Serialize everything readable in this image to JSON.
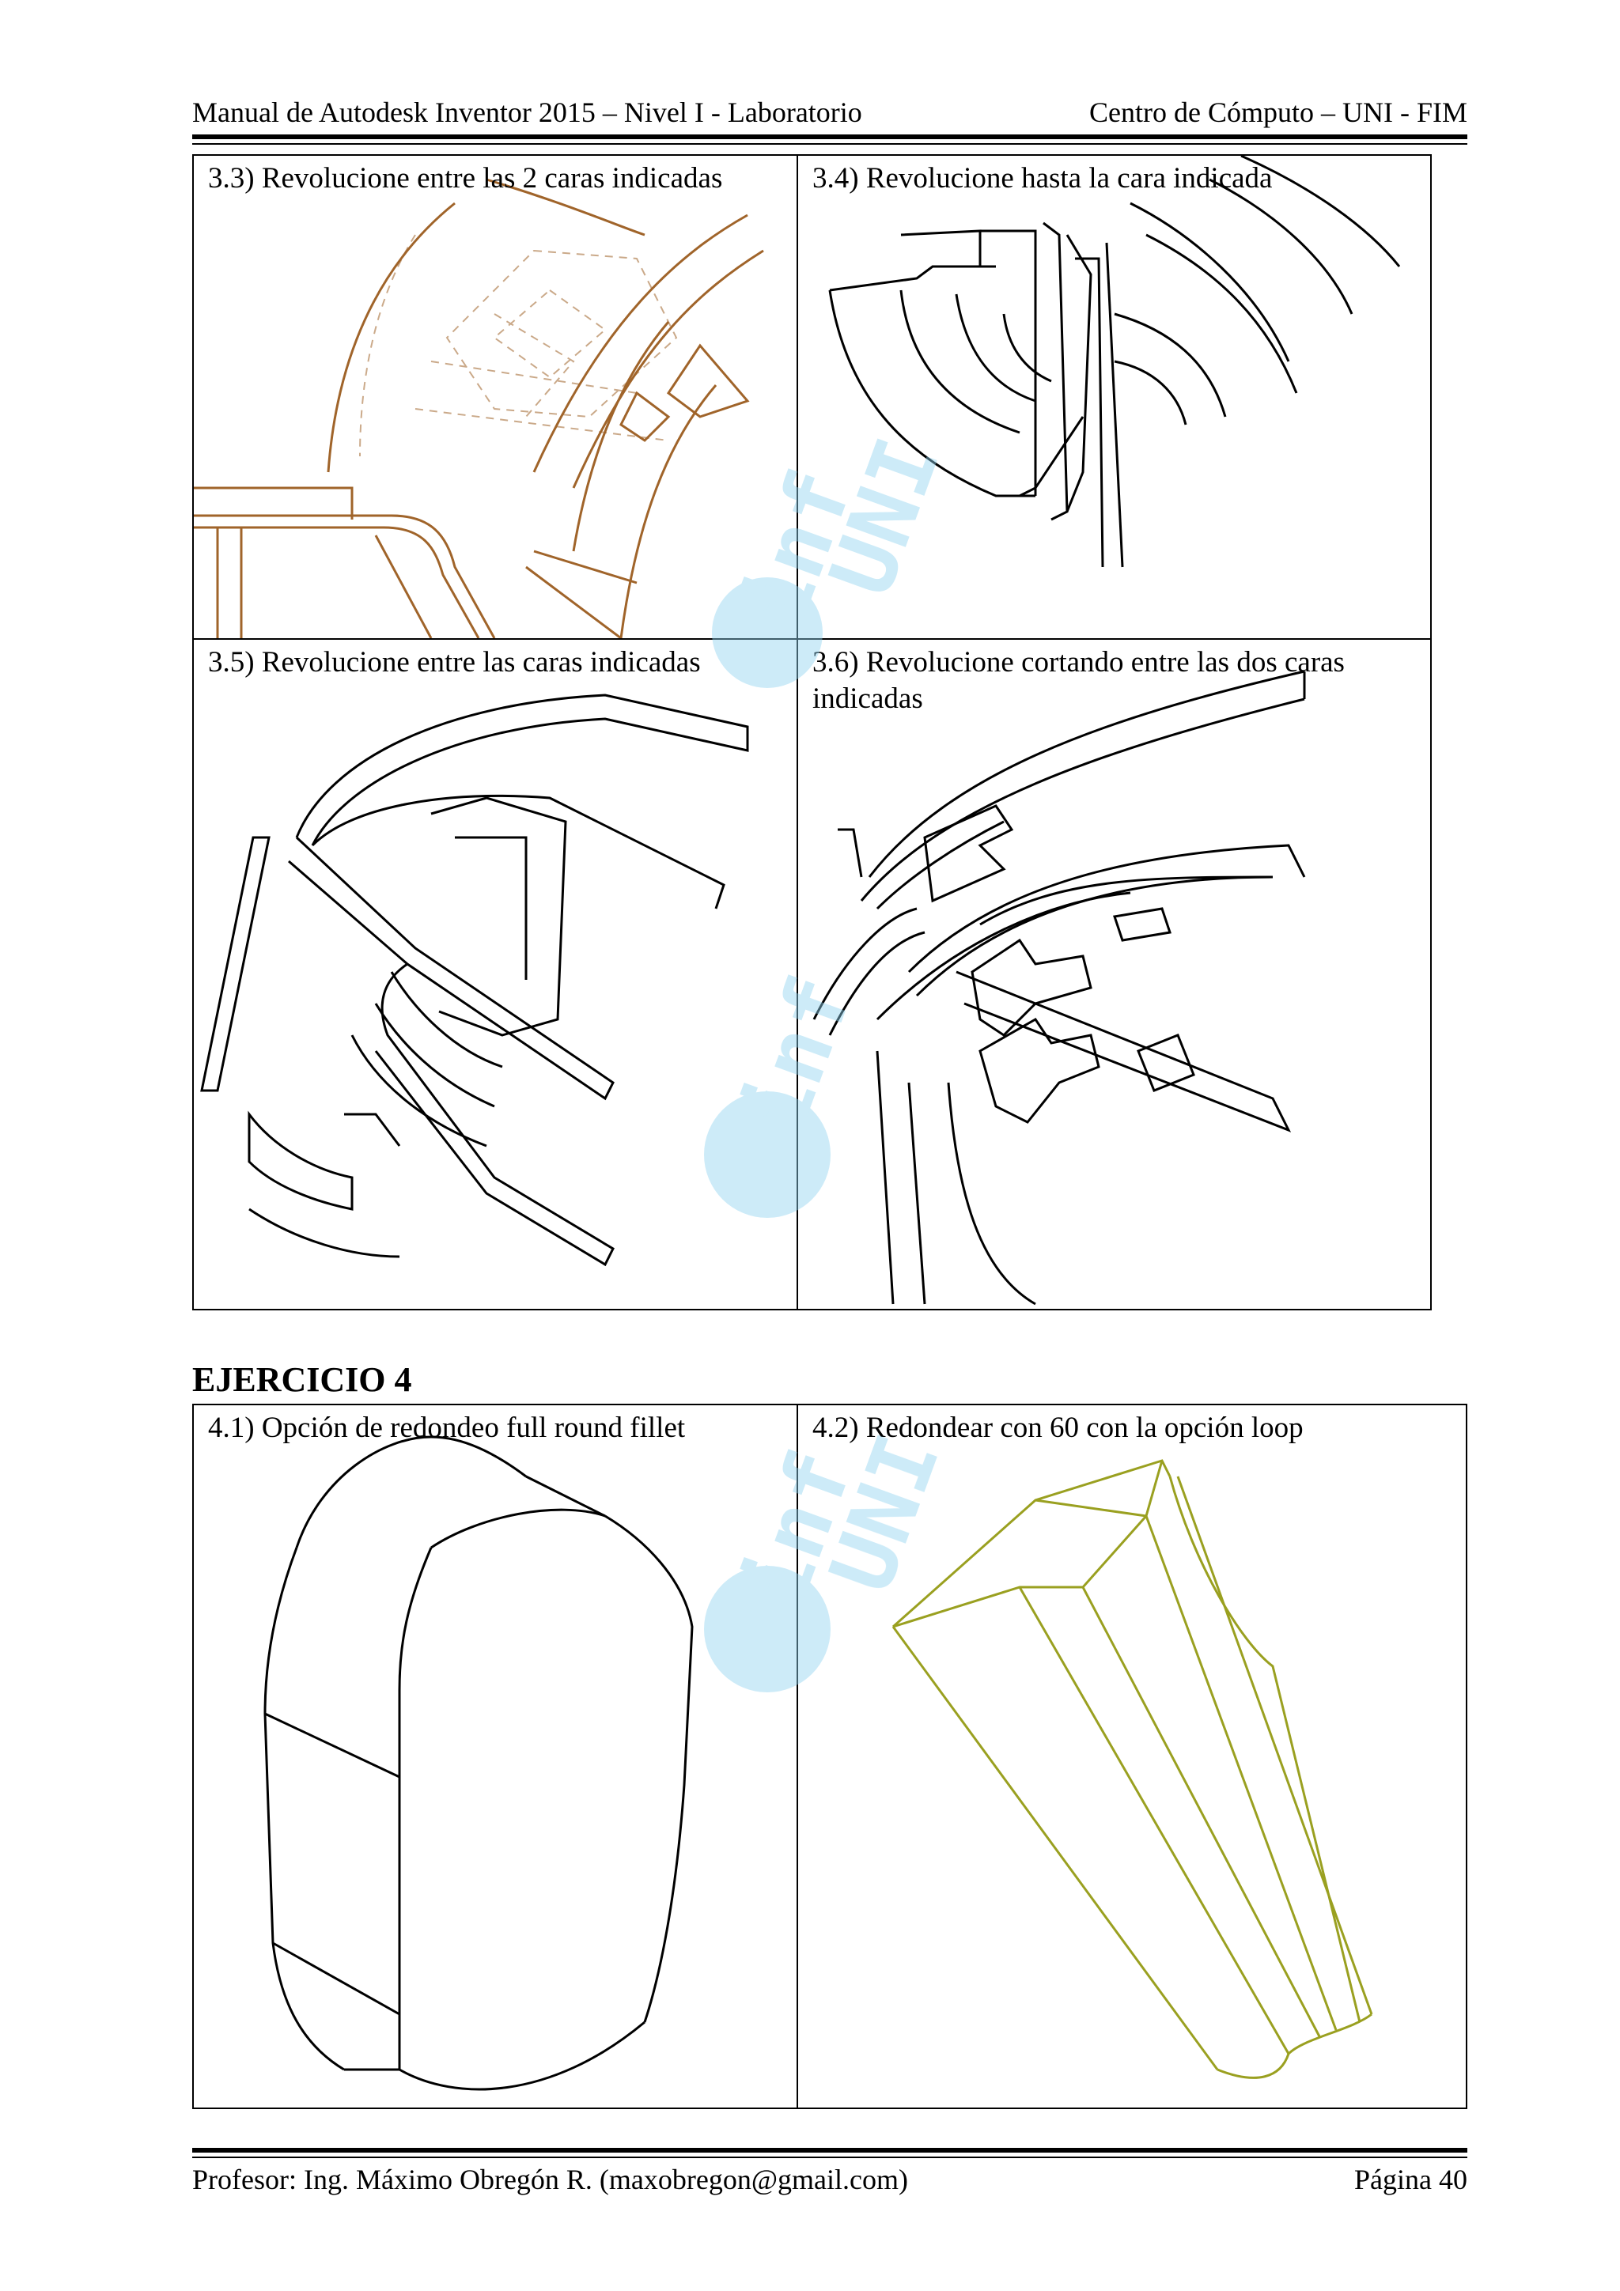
{
  "header": {
    "left": "Manual de Autodesk Inventor 2015 – Nivel I - Laboratorio",
    "right": "Centro de Cómputo – UNI - FIM"
  },
  "exercise3": {
    "cells": [
      {
        "caption": "3.3) Revolucione entre las 2 caras indicadas"
      },
      {
        "caption": "3.4) Revolucione hasta la cara indicada"
      },
      {
        "caption": "3.5) Revolucione entre las caras indicadas"
      },
      {
        "caption": "3.6) Revolucione cortando entre las dos caras indicadas"
      }
    ]
  },
  "exercise4": {
    "title": "EJERCICIO 4",
    "cells": [
      {
        "caption": "4.1) Opción de redondeo full round fillet"
      },
      {
        "caption": "4.2) Redondear con 60 con la opción loop"
      }
    ]
  },
  "footer": {
    "left": "Profesor: Ing. Máximo Obregón R. (maxobregon@gmail.com)",
    "right": "Página 40"
  },
  "watermark": {
    "text1": "inf",
    "text2": "UNI",
    "color": "#8fd3f0"
  },
  "colors": {
    "brown_line": "#a0642a",
    "olive_line": "#9aa020",
    "ink": "#000000"
  }
}
